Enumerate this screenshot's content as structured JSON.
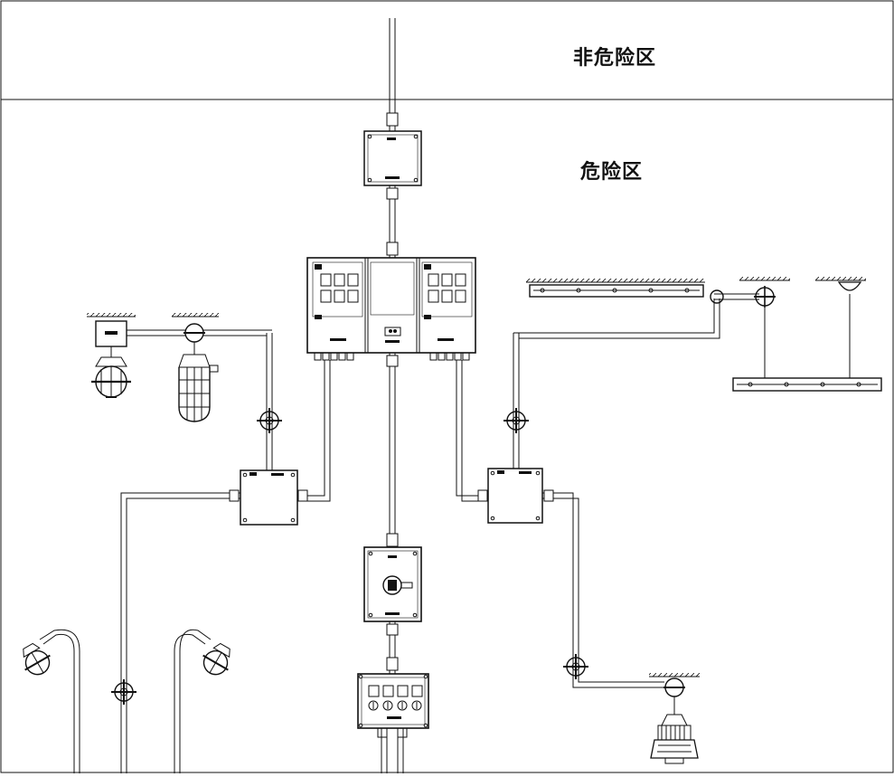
{
  "zones": {
    "non_hazardous_label": "非危险区",
    "hazardous_label": "危险区"
  },
  "equipment": [
    {
      "id": "incoming-junction-box",
      "kind": "junction-box"
    },
    {
      "id": "distribution-board",
      "kind": "distribution-board"
    },
    {
      "id": "left-junction-box",
      "kind": "junction-box"
    },
    {
      "id": "right-junction-box",
      "kind": "junction-box"
    },
    {
      "id": "rotary-switch-box",
      "kind": "switch-box"
    },
    {
      "id": "control-station",
      "kind": "control-station"
    },
    {
      "id": "ceiling-lamp-small",
      "kind": "lamp"
    },
    {
      "id": "ceiling-lamp-caged",
      "kind": "lamp"
    },
    {
      "id": "linear-fixture-ceiling",
      "kind": "linear-lamp"
    },
    {
      "id": "linear-fixture-suspended",
      "kind": "linear-lamp"
    },
    {
      "id": "pole-lamp-left",
      "kind": "lamp"
    },
    {
      "id": "pole-lamp-right",
      "kind": "lamp"
    },
    {
      "id": "led-high-bay",
      "kind": "lamp"
    }
  ],
  "colors": {
    "line": "#111111",
    "background": "#ffffff"
  }
}
